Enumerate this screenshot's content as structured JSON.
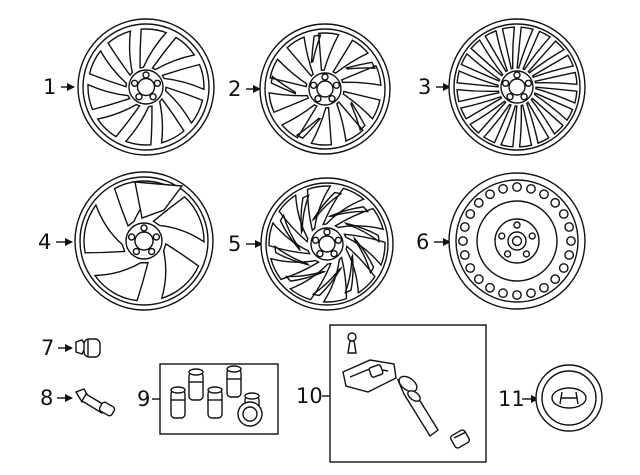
{
  "diagram": {
    "callouts": [
      {
        "number": "1",
        "part": "alloy-wheel-curved-spoke"
      },
      {
        "number": "2",
        "part": "alloy-wheel-split-spoke"
      },
      {
        "number": "3",
        "part": "alloy-wheel-multi-spoke"
      },
      {
        "number": "4",
        "part": "alloy-wheel-turbine"
      },
      {
        "number": "5",
        "part": "alloy-wheel-directional"
      },
      {
        "number": "6",
        "part": "steel-spare-wheel"
      },
      {
        "number": "7",
        "part": "lug-nut"
      },
      {
        "number": "8",
        "part": "valve-stem"
      },
      {
        "number": "9",
        "part": "lug-nut-set"
      },
      {
        "number": "10",
        "part": "tpms-sensor-kit"
      },
      {
        "number": "11",
        "part": "center-cap"
      }
    ],
    "colors": {
      "line": "#111111",
      "background": "#ffffff"
    }
  }
}
